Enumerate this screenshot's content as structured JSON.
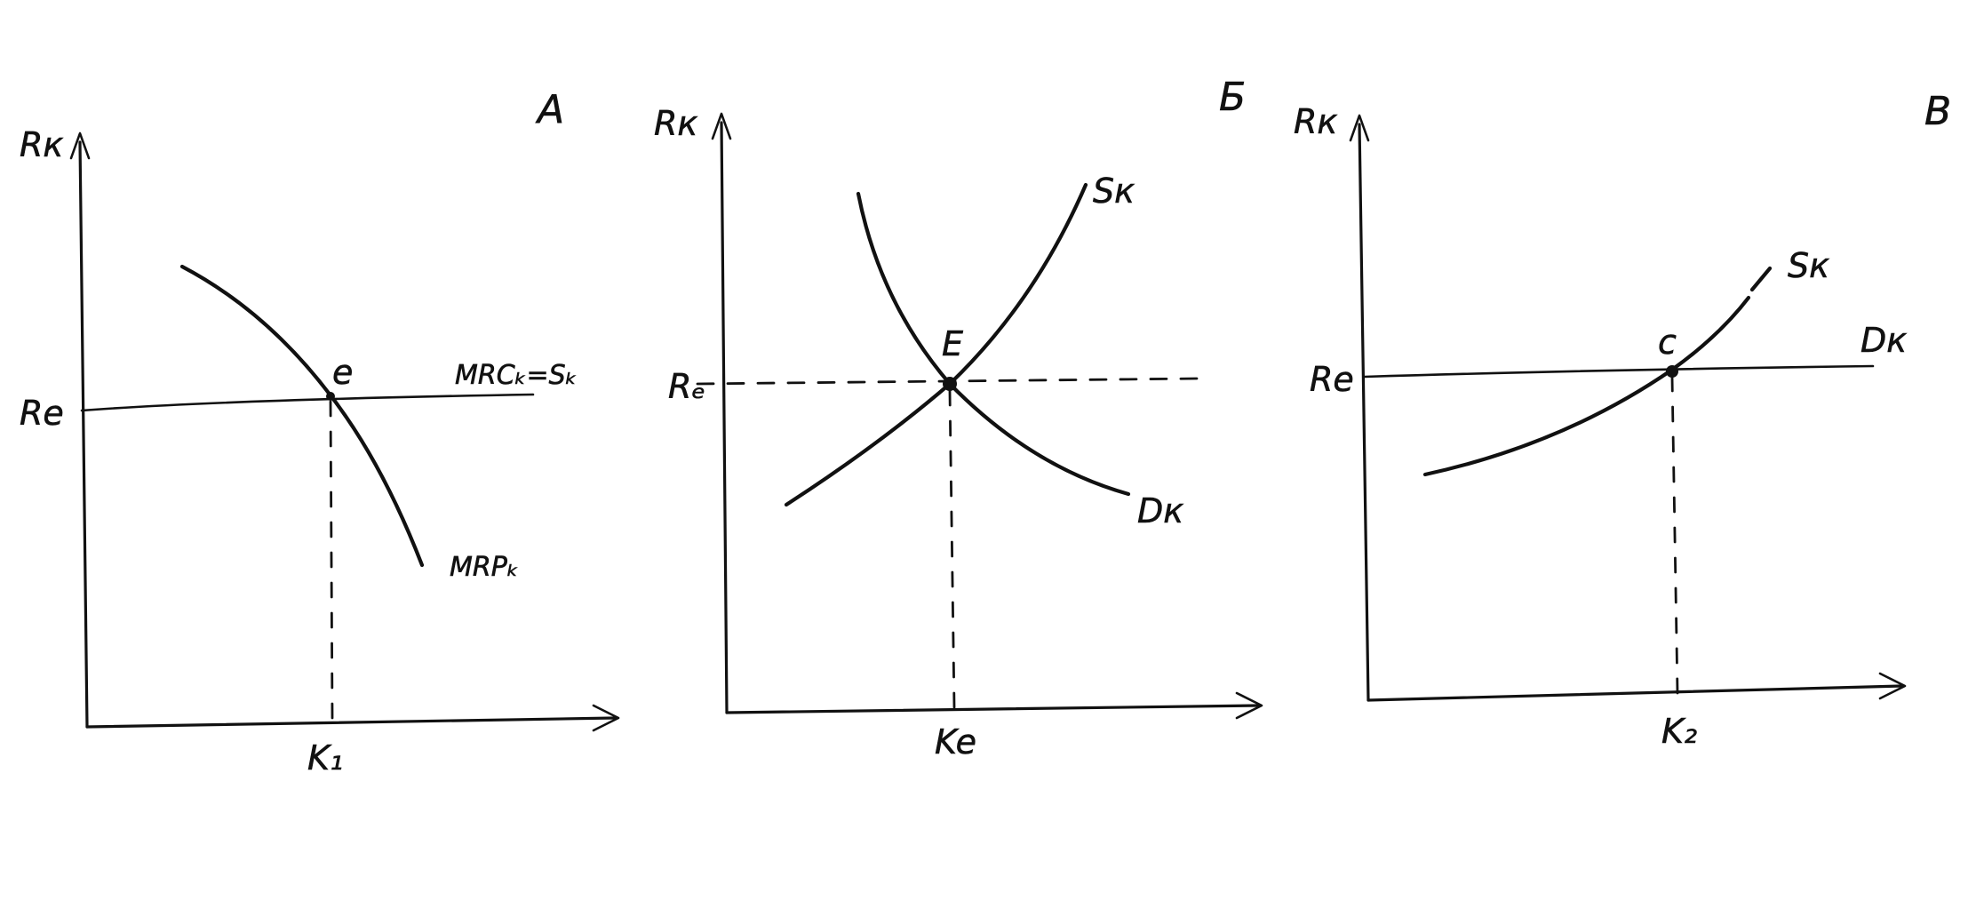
{
  "panels": [
    {
      "letter": "A",
      "y_axis_label": "Rк",
      "x_axis_label": "",
      "level_label": "Re",
      "equilibrium_label": "e",
      "quantity_label": "K₁",
      "horizontal_line_label": "MRCₖ=Sₖ",
      "curve_label": "MRPₖ"
    },
    {
      "letter": "Б",
      "y_axis_label": "Rк",
      "level_label": "Rₑ",
      "equilibrium_label": "E",
      "quantity_label": "Ke",
      "supply_label": "Sк",
      "demand_label": "Dк"
    },
    {
      "letter": "В",
      "y_axis_label": "Rк",
      "level_label": "Re",
      "equilibrium_label": "c",
      "quantity_label": "K₂",
      "supply_label": "Sк",
      "demand_label": "Dк"
    }
  ]
}
